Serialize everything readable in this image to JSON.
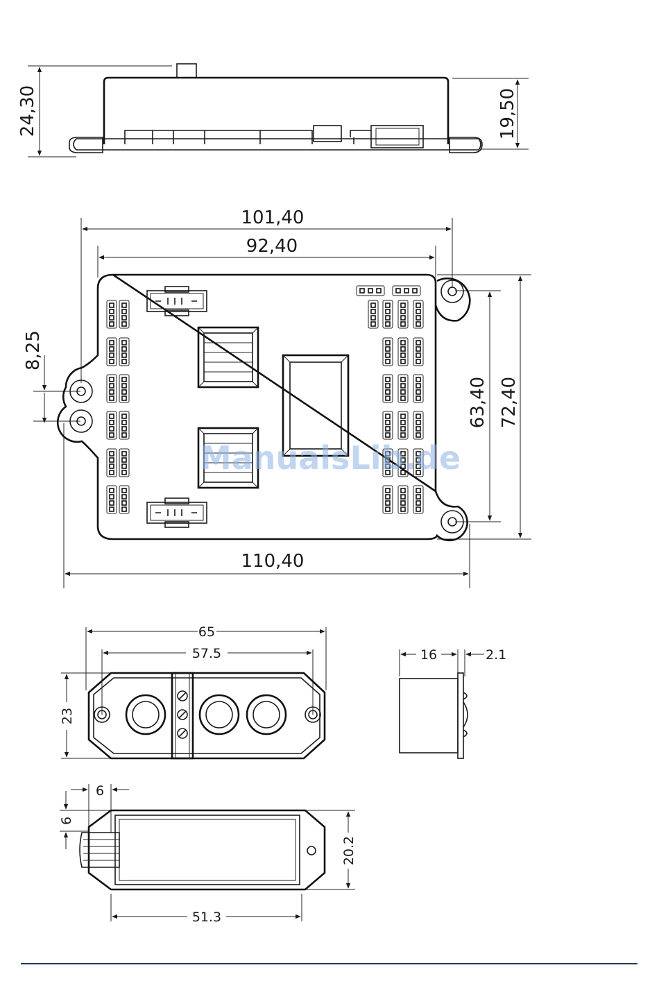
{
  "side_view": {
    "dims": {
      "height_total": "24,30",
      "height_body": "19,50"
    }
  },
  "top_view": {
    "dims": {
      "outer_holes": "101,40",
      "body_width": "92,40",
      "overall_length": "110,40",
      "left_hole_pitch": "8,25",
      "right_hole_pitch": "63,40",
      "overall_height": "72,40"
    }
  },
  "switch_front": {
    "dims": {
      "width_outer": "65",
      "hole_pitch": "57.5",
      "height": "23"
    }
  },
  "switch_side": {
    "dims": {
      "depth": "16",
      "lip": "2.1"
    }
  },
  "switch_bottom": {
    "dims": {
      "tab_x": "6",
      "tab_y": "6",
      "height": "20.2",
      "length": "51.3"
    }
  },
  "watermark": "ManualsLib.de",
  "colors": {
    "line": "#1a1a1a",
    "footer_rule": "#1d3a63",
    "watermark": "#8fb3e6"
  }
}
